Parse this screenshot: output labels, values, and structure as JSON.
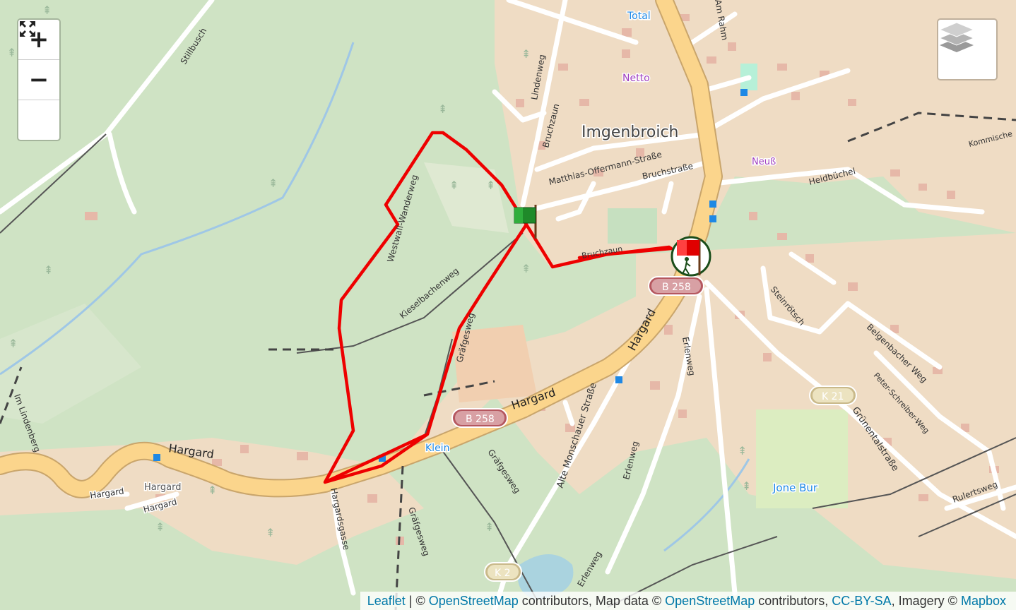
{
  "map": {
    "labels": {
      "place": "Imgenbroich",
      "poi_total": "Total",
      "poi_netto": "Netto",
      "poi_neuss": "Neuß",
      "poi_klein": "Klein",
      "poi_jonebur": "Jone Bur",
      "road_hargard_upper": "Hargard",
      "road_hargard_mid": "Hargard",
      "road_hargard_left": "Hargard",
      "road_hargard_small1": "Hargard",
      "road_hargard_small2": "Hargard",
      "road_hargard_small3": "Hargard",
      "road_stillbusch": "Stillbusch",
      "road_bruchzaun": "Bruchzaun",
      "road_lindenweg": "Lindenweg",
      "road_matthias": "Matthias-Offermann-Straße",
      "road_bruchstrasse": "Bruchstraße",
      "road_heidbuechel": "Heidbüchel",
      "road_kommische": "Kommische",
      "road_kieselbachenweg": "Kieselbachenweg",
      "road_westwall": "Westwall-Wanderweg",
      "road_graefgesweg1": "Gräfgesweg",
      "road_graefgesweg2": "Gräfgesweg",
      "road_graefgesweg3": "Gräfgesweg",
      "road_erlenweg1": "Erlenweg",
      "road_erlenweg2": "Erlenweg",
      "road_erlenweg3": "Erlenweg",
      "road_altemonschauer": "Alte Monschauer Straße",
      "road_steinroetsch": "Steinrötsch",
      "road_belgenbacher": "Belgenbacher Weg",
      "road_peterschreiber": "Peter-Schreiber-Weg",
      "road_gruenental": "Grünentalstraße",
      "road_rulertsweg": "Rulertsweg",
      "road_hargardsgasse": "Hargardsgasse",
      "road_rahm": "Am Rahm",
      "road_lindenberg": "Im Lindenberg",
      "road_brunnen": "Bruchzaun",
      "shield_b258_top": "B 258",
      "shield_b258_mid": "B 258",
      "shield_k21": "K 21",
      "shield_k2": "K 2"
    },
    "route_color": "#ee0000",
    "road_main_color": "#fbd58c",
    "forest_color": "#cfe3c4",
    "urban_color": "#efdcc4"
  },
  "controls": {
    "zoom_in": "+",
    "zoom_out": "−",
    "fullscreen_icon": "fullscreen-icon",
    "layers_icon": "layers-icon"
  },
  "attribution": {
    "leaflet": "Leaflet",
    "sep1": " | © ",
    "osm1": "OpenStreetMap",
    "t1": " contributors, Map data © ",
    "osm2": "OpenStreetMap",
    "t2": " contributors, ",
    "ccbysa": "CC-BY-SA",
    "t3": ", Imagery © ",
    "mapbox": "Mapbox"
  }
}
